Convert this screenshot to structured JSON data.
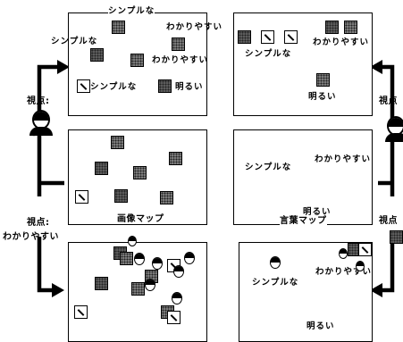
{
  "labels": {
    "simple": "シンプルな",
    "easy": "わかりやすい",
    "bright": "明るい"
  },
  "viewpoint": {
    "label": "視点:",
    "label_cut": "視点",
    "value_cut": "シン",
    "value_easy": "わかりやすい"
  },
  "captions": {
    "image_map": "画像マップ",
    "word_map": "言葉マップ"
  }
}
